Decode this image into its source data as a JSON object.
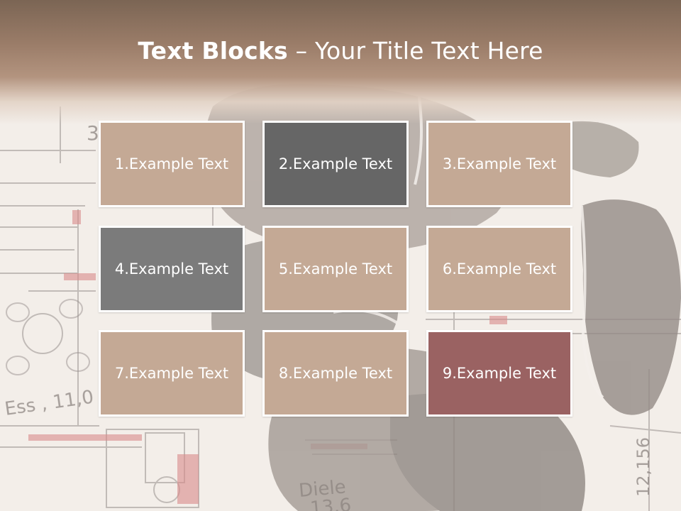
{
  "title": {
    "bold": "Text Blocks",
    "rest": " – Your Title Text Here"
  },
  "blocks": [
    {
      "label": "1.Example Text",
      "color": "#c4a995"
    },
    {
      "label": "2.Example Text",
      "color": "#666666"
    },
    {
      "label": "3.Example Text",
      "color": "#c4a995"
    },
    {
      "label": "4.Example Text",
      "color": "#7b7b7b"
    },
    {
      "label": "5.Example Text",
      "color": "#c4a995"
    },
    {
      "label": "6.Example Text",
      "color": "#c4a995"
    },
    {
      "label": "7.Example Text",
      "color": "#c4a995"
    },
    {
      "label": "8.Example Text",
      "color": "#c4a995"
    },
    {
      "label": "9.Example Text",
      "color": "#9a6262"
    }
  ],
  "background": {
    "plan_labels": [
      "3",
      "Ess , 11,0",
      "Diele",
      "13,6",
      "12,156"
    ]
  }
}
